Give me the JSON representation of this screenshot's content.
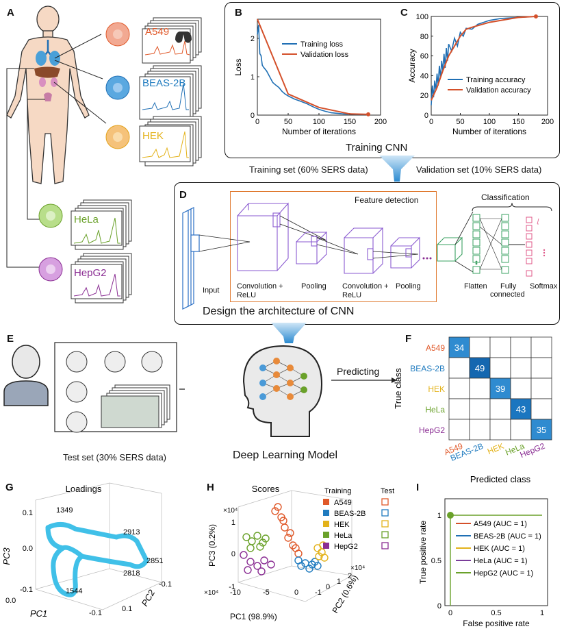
{
  "panels": {
    "A": "A",
    "B": "B",
    "C": "C",
    "D": "D",
    "E": "E",
    "F": "F",
    "G": "G",
    "H": "H",
    "I": "I"
  },
  "cell_lines": {
    "a549": {
      "name": "A549",
      "color": "#e0592a"
    },
    "beas": {
      "name": "BEAS-2B",
      "color": "#1f7bbf"
    },
    "hek": {
      "name": "HEK",
      "color": "#e3b21a"
    },
    "hela": {
      "name": "HeLa",
      "color": "#6aa12a"
    },
    "hepg2": {
      "name": "HepG2",
      "color": "#8a2d93"
    }
  },
  "chart_B": {
    "type": "line",
    "xlabel": "Number of iterations",
    "ylabel": "Loss",
    "xlim": [
      0,
      200
    ],
    "ylim": [
      0,
      2.5
    ],
    "xticks": [
      "0",
      "50",
      "100",
      "150",
      "200"
    ],
    "yticks": [
      "0",
      "1",
      "2"
    ],
    "legend": [
      "Training loss",
      "Validation loss"
    ],
    "series": [
      {
        "name": "Training loss",
        "color": "#1f6fb4",
        "x": [
          0,
          2,
          4,
          6,
          8,
          10,
          15,
          20,
          25,
          30,
          35,
          40,
          45,
          50,
          60,
          70,
          80,
          90,
          100,
          110,
          120,
          140,
          160,
          180
        ],
        "y": [
          2.1,
          2.35,
          1.6,
          1.55,
          1.3,
          1.25,
          1.15,
          1.0,
          0.85,
          0.78,
          0.72,
          0.62,
          0.55,
          0.5,
          0.42,
          0.36,
          0.3,
          0.22,
          0.15,
          0.1,
          0.06,
          0.03,
          0.02,
          0.02
        ]
      },
      {
        "name": "Validation loss",
        "color": "#d4502a",
        "x": [
          0,
          50,
          100,
          150,
          180
        ],
        "y": [
          2.5,
          0.55,
          0.2,
          0.03,
          0.02
        ]
      }
    ]
  },
  "chart_C": {
    "type": "line",
    "xlabel": "Number of iterations",
    "ylabel": "Accuracy",
    "xlim": [
      0,
      200
    ],
    "ylim": [
      0,
      100
    ],
    "xticks": [
      "0",
      "50",
      "100",
      "150",
      "200"
    ],
    "yticks": [
      "0",
      "20",
      "40",
      "60",
      "80",
      "100"
    ],
    "legend": [
      "Training accuracy",
      "Validation accuracy"
    ],
    "series": [
      {
        "name": "Training accuracy",
        "color": "#1f6fb4",
        "x": [
          0,
          2,
          4,
          6,
          8,
          10,
          12,
          14,
          16,
          18,
          20,
          22,
          24,
          26,
          28,
          30,
          35,
          40,
          45,
          50,
          55,
          60,
          70,
          80,
          90,
          100,
          120,
          150,
          180
        ],
        "y": [
          10,
          30,
          18,
          35,
          25,
          42,
          30,
          50,
          38,
          55,
          45,
          62,
          48,
          68,
          55,
          72,
          65,
          78,
          70,
          84,
          80,
          88,
          87,
          92,
          94,
          96,
          98,
          99,
          100
        ]
      },
      {
        "name": "Validation accuracy",
        "color": "#d4502a",
        "x": [
          0,
          10,
          20,
          30,
          40,
          50,
          60,
          70,
          100,
          150,
          180
        ],
        "y": [
          15,
          28,
          45,
          60,
          70,
          80,
          87,
          89,
          94,
          99,
          100
        ]
      }
    ]
  },
  "training_title": "Training CNN",
  "training_set": "Training set (60% SERS data)",
  "validation_set": "Validation set (10% SERS data)",
  "cnn": {
    "title": "Design the architecture of CNN",
    "feature_detection": "Feature detection",
    "classification": "Classification",
    "input": "Input",
    "conv1": "Convolution +",
    "conv1b": "ReLU",
    "pool1": "Pooling",
    "conv2": "Convolution +",
    "conv2b": "ReLU",
    "pool2": "Pooling",
    "flatten": "Flatten",
    "fc": "Fully",
    "fcb": "connected",
    "softmax": "Softmax"
  },
  "test_set": "Test set (30% SERS data)",
  "model": "Deep Learning Model",
  "predicting": "Predicting",
  "chart_F": {
    "type": "heatmap",
    "ylabel": "True class",
    "xlabel": "Predicted class",
    "rows": [
      "A549",
      "BEAS-2B",
      "HEK",
      "HeLa",
      "HepG2"
    ],
    "cols": [
      "A549",
      "BEAS-2B",
      "HEK",
      "HeLa",
      "HepG2"
    ],
    "values": [
      [
        34,
        0,
        0,
        0,
        0
      ],
      [
        0,
        49,
        0,
        0,
        0
      ],
      [
        0,
        0,
        39,
        0,
        0
      ],
      [
        0,
        0,
        0,
        43,
        0
      ],
      [
        0,
        0,
        0,
        0,
        35
      ]
    ],
    "diag_labels": [
      "34",
      "49",
      "39",
      "43",
      "35"
    ]
  },
  "chart_G": {
    "title": "Loadings",
    "xlabel": "PC1",
    "ylabel": "PC2",
    "zlabel": "PC3",
    "annotations": [
      "1349",
      "2913",
      "2851",
      "2818",
      "1544"
    ],
    "z_ticks": [
      "0.1",
      "0.0",
      "-0.1"
    ],
    "x_ticks": [
      "0.0",
      "-0.1"
    ],
    "y_ticks": [
      "-0.1",
      "0.1"
    ]
  },
  "chart_H": {
    "title": "Scores",
    "xlabel": "PC1 (98.9%)",
    "ylabel": "PC2 (0.6%)",
    "zlabel": "PC3 (0.2%)",
    "legend_training": "Training",
    "legend_test": "Test",
    "exp_z": "×10⁴",
    "exp_y": "×10⁴",
    "exp_x": "×10⁴",
    "z_ticks": [
      "1",
      "0",
      "-1"
    ],
    "x_ticks": [
      "-10",
      "-5",
      "0"
    ],
    "y_ticks": [
      "-1",
      "0",
      "1",
      "2"
    ]
  },
  "chart_I": {
    "type": "line",
    "xlabel": "False positive rate",
    "ylabel": "True positive rate",
    "xlim": [
      0,
      1
    ],
    "ylim": [
      0,
      1
    ],
    "xticks": [
      "0",
      "0.5",
      "1"
    ],
    "yticks": [
      "0",
      "0.5",
      "1"
    ],
    "legend": [
      "A549 (AUC = 1)",
      "BEAS-2B (AUC = 1)",
      "HEK (AUC = 1)",
      "HeLa (AUC = 1)",
      "HepG2 (AUC = 1)"
    ],
    "colors": [
      "#d4502a",
      "#1f6fb4",
      "#e3b21a",
      "#7a3d99",
      "#6aa12a"
    ]
  }
}
